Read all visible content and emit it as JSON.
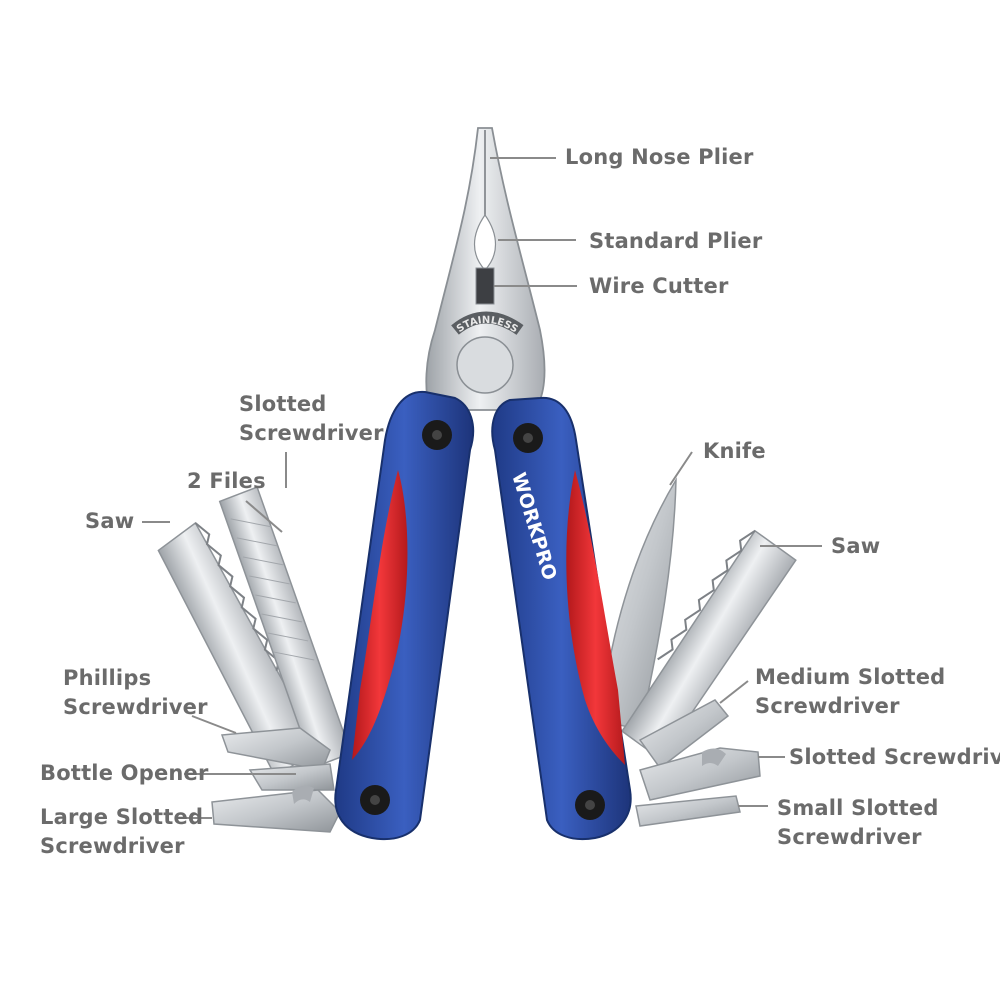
{
  "diagram": {
    "colors": {
      "handle_blue": "#2e4fa6",
      "handle_red": "#e0282a",
      "steel": "#c9cccf",
      "label_text": "#6b6b6b",
      "leader_line": "#8a8a8a"
    },
    "brand_handle_text": "WORKPRO",
    "plier_stamp": "STAINLESS",
    "labels": {
      "long_nose_plier": [
        "Long Nose Plier"
      ],
      "standard_plier": [
        "Standard Plier"
      ],
      "wire_cutter": [
        "Wire Cutter"
      ],
      "slotted_screwdriver_top": [
        "Slotted",
        "Screwdriver"
      ],
      "two_files": [
        "2 Files"
      ],
      "saw_left": [
        "Saw"
      ],
      "phillips_screwdriver": [
        "Phillips",
        "Screwdriver"
      ],
      "bottle_opener": [
        "Bottle Opener"
      ],
      "large_slotted_screwdriver": [
        "Large Slotted",
        "Screwdriver"
      ],
      "knife": [
        "Knife"
      ],
      "saw_right": [
        "Saw"
      ],
      "medium_slotted_screwdriver": [
        "Medium Slotted",
        "Screwdriver"
      ],
      "slotted_screwdriver_right": [
        "Slotted Screwdriver"
      ],
      "small_slotted_screwdriver": [
        "Small Slotted",
        "Screwdriver"
      ]
    }
  }
}
